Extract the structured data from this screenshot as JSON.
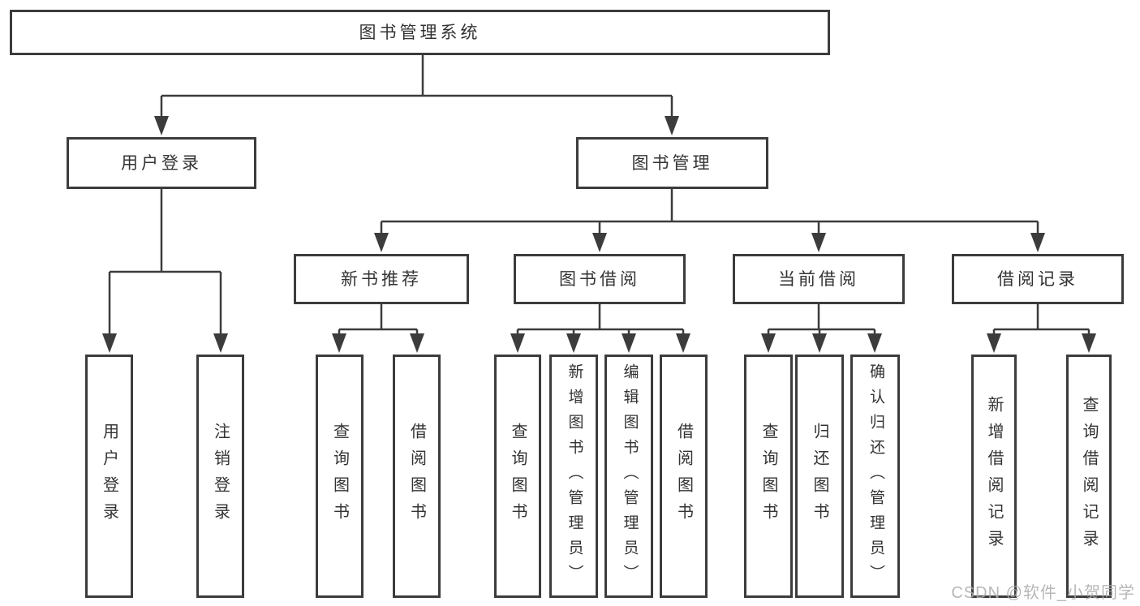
{
  "diagram": {
    "title": "图书管理系统",
    "root": {
      "label": "图书管理系统"
    },
    "level2": [
      {
        "label": "用户登录"
      },
      {
        "label": "图书管理"
      }
    ],
    "level3": [
      {
        "label": "新书推荐",
        "parent": "图书管理"
      },
      {
        "label": "图书借阅",
        "parent": "图书管理"
      },
      {
        "label": "当前借阅",
        "parent": "图书管理"
      },
      {
        "label": "借阅记录",
        "parent": "图书管理"
      }
    ],
    "level4": [
      {
        "label": "用户登录",
        "parent": "用户登录"
      },
      {
        "label": "注销登录",
        "parent": "用户登录"
      },
      {
        "label": "查询图书",
        "parent": "新书推荐"
      },
      {
        "label": "借阅图书",
        "parent": "新书推荐"
      },
      {
        "label": "查询图书",
        "parent": "图书借阅"
      },
      {
        "label": "新增图书（管理员）",
        "parent": "图书借阅"
      },
      {
        "label": "编辑图书（管理员）",
        "parent": "图书借阅"
      },
      {
        "label": "借阅图书",
        "parent": "图书借阅"
      },
      {
        "label": "查询图书",
        "parent": "当前借阅"
      },
      {
        "label": "归还图书",
        "parent": "当前借阅"
      },
      {
        "label": "确认归还（管理员）",
        "parent": "当前借阅"
      },
      {
        "label": "新增借阅记录",
        "parent": "借阅记录"
      },
      {
        "label": "查询借阅记录",
        "parent": "借阅记录"
      }
    ],
    "watermark": "CSDN @软件_小贺同学",
    "colors": {
      "line": "#3c3c3c",
      "text": "#333333",
      "box_background": "#ffffff",
      "watermark": "#aaaaaa"
    }
  }
}
